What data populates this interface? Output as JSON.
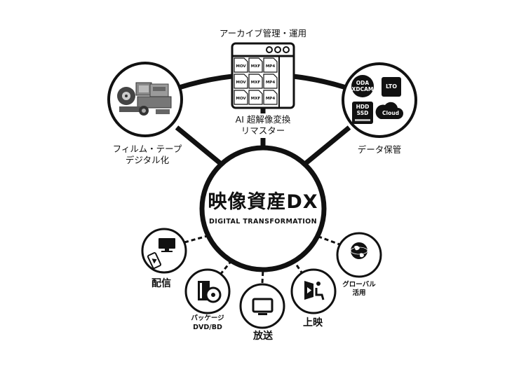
{
  "center": {
    "title": "映像資産DX",
    "subtitle": "DIGITAL TRANSFORMATION"
  },
  "top_nodes": {
    "archive": {
      "label": "アーカイブ管理・運用",
      "file_formats": [
        "MOV",
        "MXF",
        "MP4",
        "MOV",
        "MXF",
        "MP4",
        "MOV",
        "MXF",
        "MP4"
      ]
    },
    "film": {
      "label_line1": "フィルム・テープ",
      "label_line2": "デジタル化"
    },
    "storage": {
      "label": "データ保管",
      "media": {
        "oda_line1": "ODA",
        "oda_line2": "XDCAM",
        "lto": "LTO",
        "hdd_line1": "HDD",
        "hdd_line2": "SSD",
        "cloud": "Cloud"
      }
    }
  },
  "ai_remaster": {
    "line1": "AI 超解像変換",
    "line2": "リマスター"
  },
  "uses": {
    "distribution": "配信",
    "package_line1": "パッケージ",
    "package_line2": "DVD/BD",
    "broadcast": "放送",
    "screening": "上映",
    "global_line1": "グローバル",
    "global_line2": "活用"
  },
  "colors": {
    "ink": "#111111",
    "background": "#ffffff"
  }
}
